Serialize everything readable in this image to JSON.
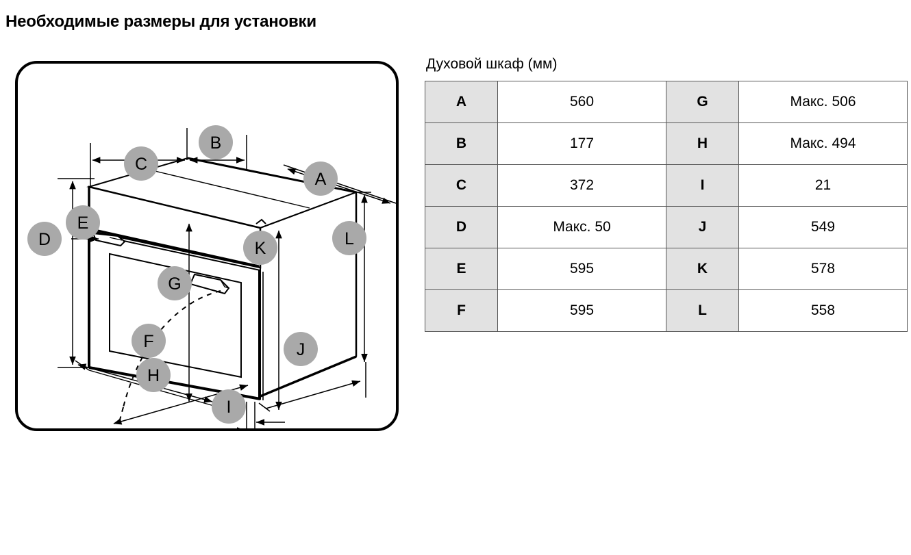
{
  "page": {
    "title": "Необходимые размеры для установки"
  },
  "table": {
    "caption": "Духовой шкаф (мм)",
    "rows": [
      {
        "key_left": "A",
        "value_left": "560",
        "key_right": "G",
        "value_right": "Макс. 506"
      },
      {
        "key_left": "B",
        "value_left": "177",
        "key_right": "H",
        "value_right": "Макс. 494"
      },
      {
        "key_left": "C",
        "value_left": "372",
        "key_right": "I",
        "value_right": "21"
      },
      {
        "key_left": "D",
        "value_left": "Макс. 50",
        "key_right": "J",
        "value_right": "549"
      },
      {
        "key_left": "E",
        "value_left": "595",
        "key_right": "K",
        "value_right": "578"
      },
      {
        "key_left": "F",
        "value_left": "595",
        "key_right": "L",
        "value_right": "558"
      }
    ]
  },
  "diagram": {
    "description": "Изометрический чертёж встраиваемого духового шкафа с размерными выносками",
    "badges": [
      {
        "id": "A",
        "label": "A"
      },
      {
        "id": "B",
        "label": "B"
      },
      {
        "id": "C",
        "label": "C"
      },
      {
        "id": "D",
        "label": "D"
      },
      {
        "id": "E",
        "label": "E"
      },
      {
        "id": "F",
        "label": "F"
      },
      {
        "id": "G",
        "label": "G"
      },
      {
        "id": "H",
        "label": "H"
      },
      {
        "id": "I",
        "label": "I"
      },
      {
        "id": "J",
        "label": "J"
      },
      {
        "id": "K",
        "label": "K"
      },
      {
        "id": "L",
        "label": "L"
      }
    ]
  },
  "colors": {
    "badge_fill": "#a9a9a9",
    "table_key_fill": "#e2e2e2",
    "line": "#000000",
    "border": "#555555"
  }
}
